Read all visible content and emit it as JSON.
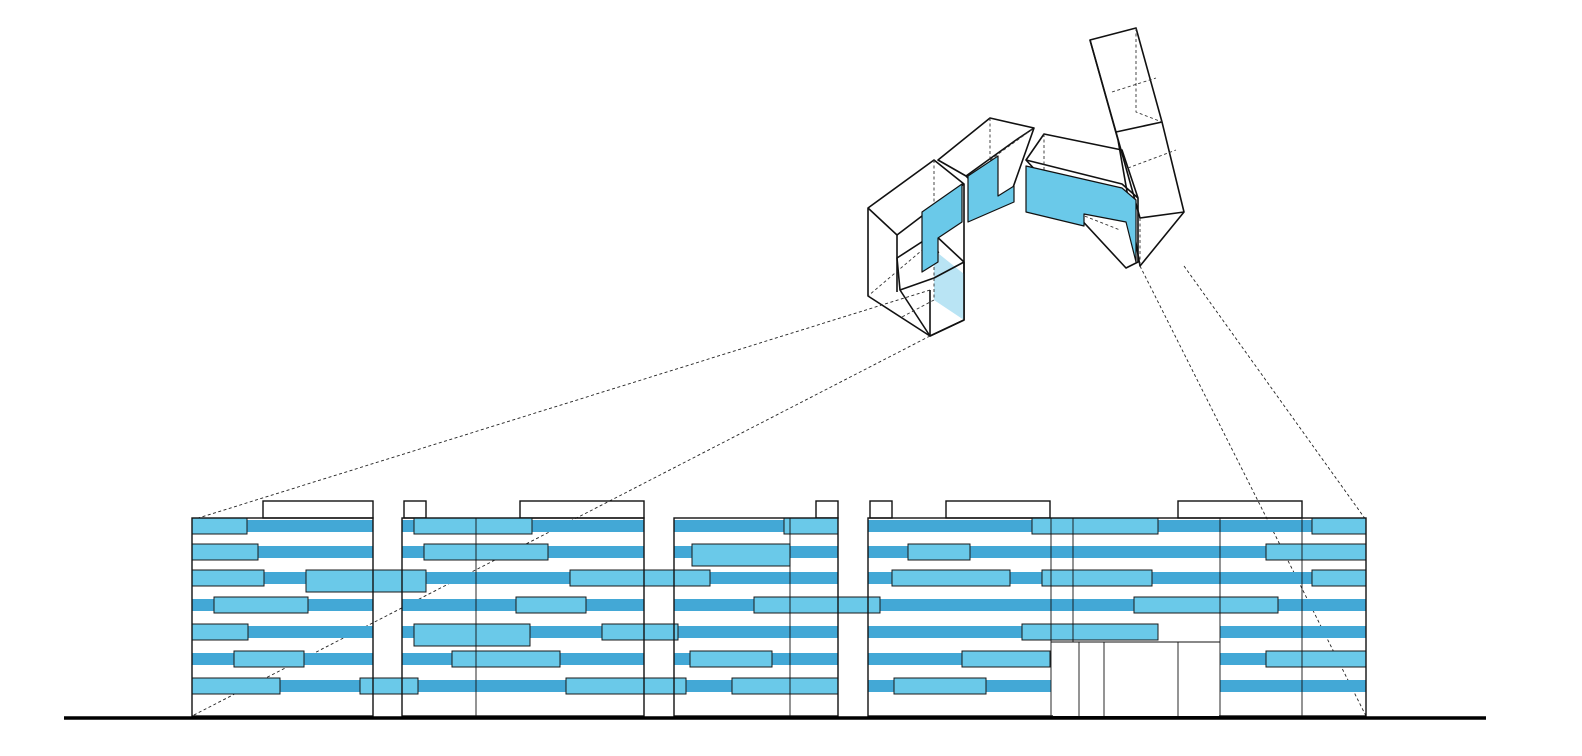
{
  "diagram": {
    "colors": {
      "light_blue": "#6ac9e9",
      "mid_blue": "#43a8d6",
      "pale_blue": "#b9e4f4",
      "line": "#111111",
      "background": "#ffffff"
    },
    "elevation": {
      "wings": 4,
      "floors": 7
    },
    "plan_3d": {
      "volumes": 5
    }
  }
}
